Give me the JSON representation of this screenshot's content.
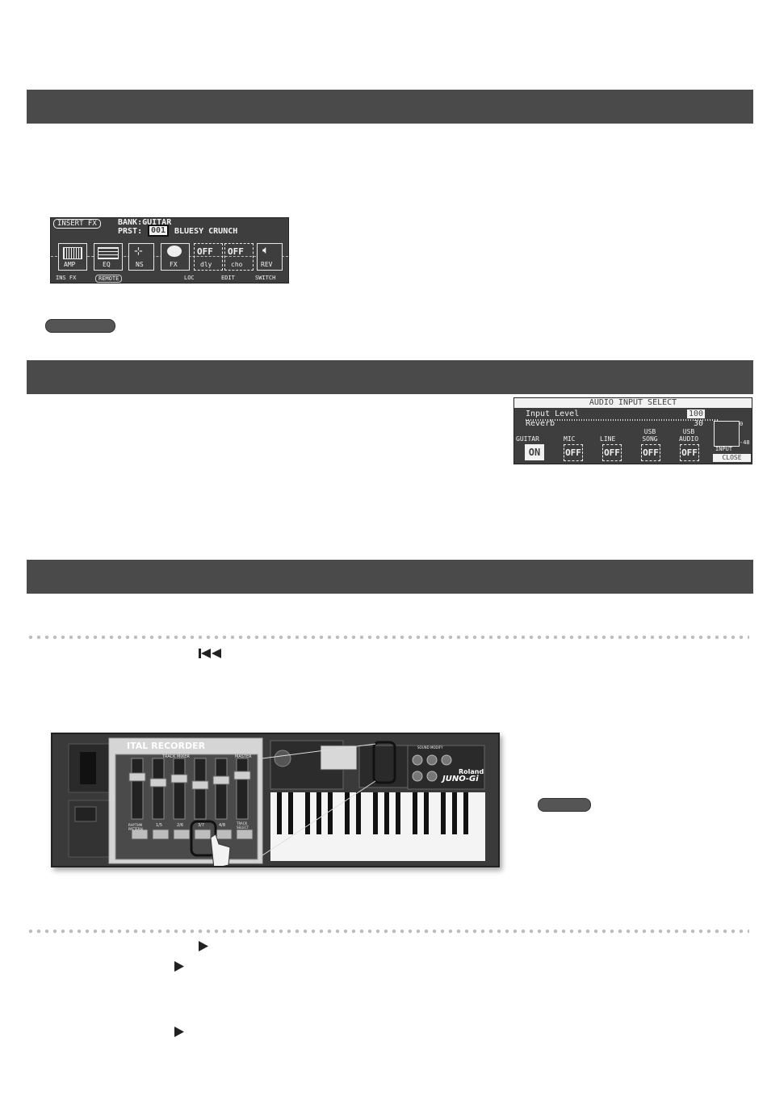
{
  "insert_fx": {
    "tab": "INSERT FX",
    "bank_line": "BANK:GUITAR",
    "preset_prefix": "PRST:",
    "preset_number": "001",
    "preset_name": "BLUESY CRUNCH",
    "blocks": [
      {
        "label": "AMP",
        "icon": "amp-icon",
        "state": ""
      },
      {
        "label": "EQ",
        "icon": "eq-icon",
        "state": ""
      },
      {
        "label": "NS",
        "icon": "noise-suppressor-icon",
        "state": ""
      },
      {
        "label": "FX",
        "icon": "fx-icon",
        "state": ""
      },
      {
        "label": "dly",
        "icon": "",
        "state": "OFF"
      },
      {
        "label": "cho",
        "icon": "",
        "state": "OFF"
      },
      {
        "label": "REV",
        "icon": "speaker-icon",
        "state": ""
      }
    ],
    "soft_keys": [
      "INS FX",
      "REMOTE",
      "",
      "LOC",
      "EDIT",
      "SWITCH"
    ]
  },
  "audio_input": {
    "title": "AUDIO INPUT SELECT",
    "input_level_label": "Input Level",
    "input_level_value": "100",
    "input_level": 100,
    "reverb_label": "Reverb",
    "reverb_value": "30",
    "meter_top": "0",
    "meter_bottom": "-48",
    "meter_label": "INPUT",
    "close": "CLOSE",
    "sources": [
      {
        "name": "GUITAR",
        "state": "ON"
      },
      {
        "name": "MIC",
        "state": "OFF"
      },
      {
        "name": "LINE",
        "state": "OFF"
      },
      {
        "name": "USB SONG",
        "state": "OFF"
      },
      {
        "name": "USB AUDIO",
        "state": "OFF"
      }
    ]
  },
  "keyboard": {
    "panel_title": "ITAL RECORDER",
    "mixer_title": "TRACK MIXER",
    "master_label": "MASTER",
    "track_buttons": [
      "RHYTHM PATTERN",
      "1/5",
      "2/6",
      "3/7",
      "4/8",
      "TRACK SELECT"
    ],
    "brand": "Roland",
    "model": "JUNO-Gi",
    "sound_modify": "SOUND MODIFY"
  },
  "transport_icons": [
    "rewind-icon",
    "play-icon",
    "play-icon",
    "play-icon"
  ],
  "colors": {
    "bar": "#4a4a4a",
    "lcd": "#3e3e3e",
    "lcd_text": "#f2f2f2"
  }
}
